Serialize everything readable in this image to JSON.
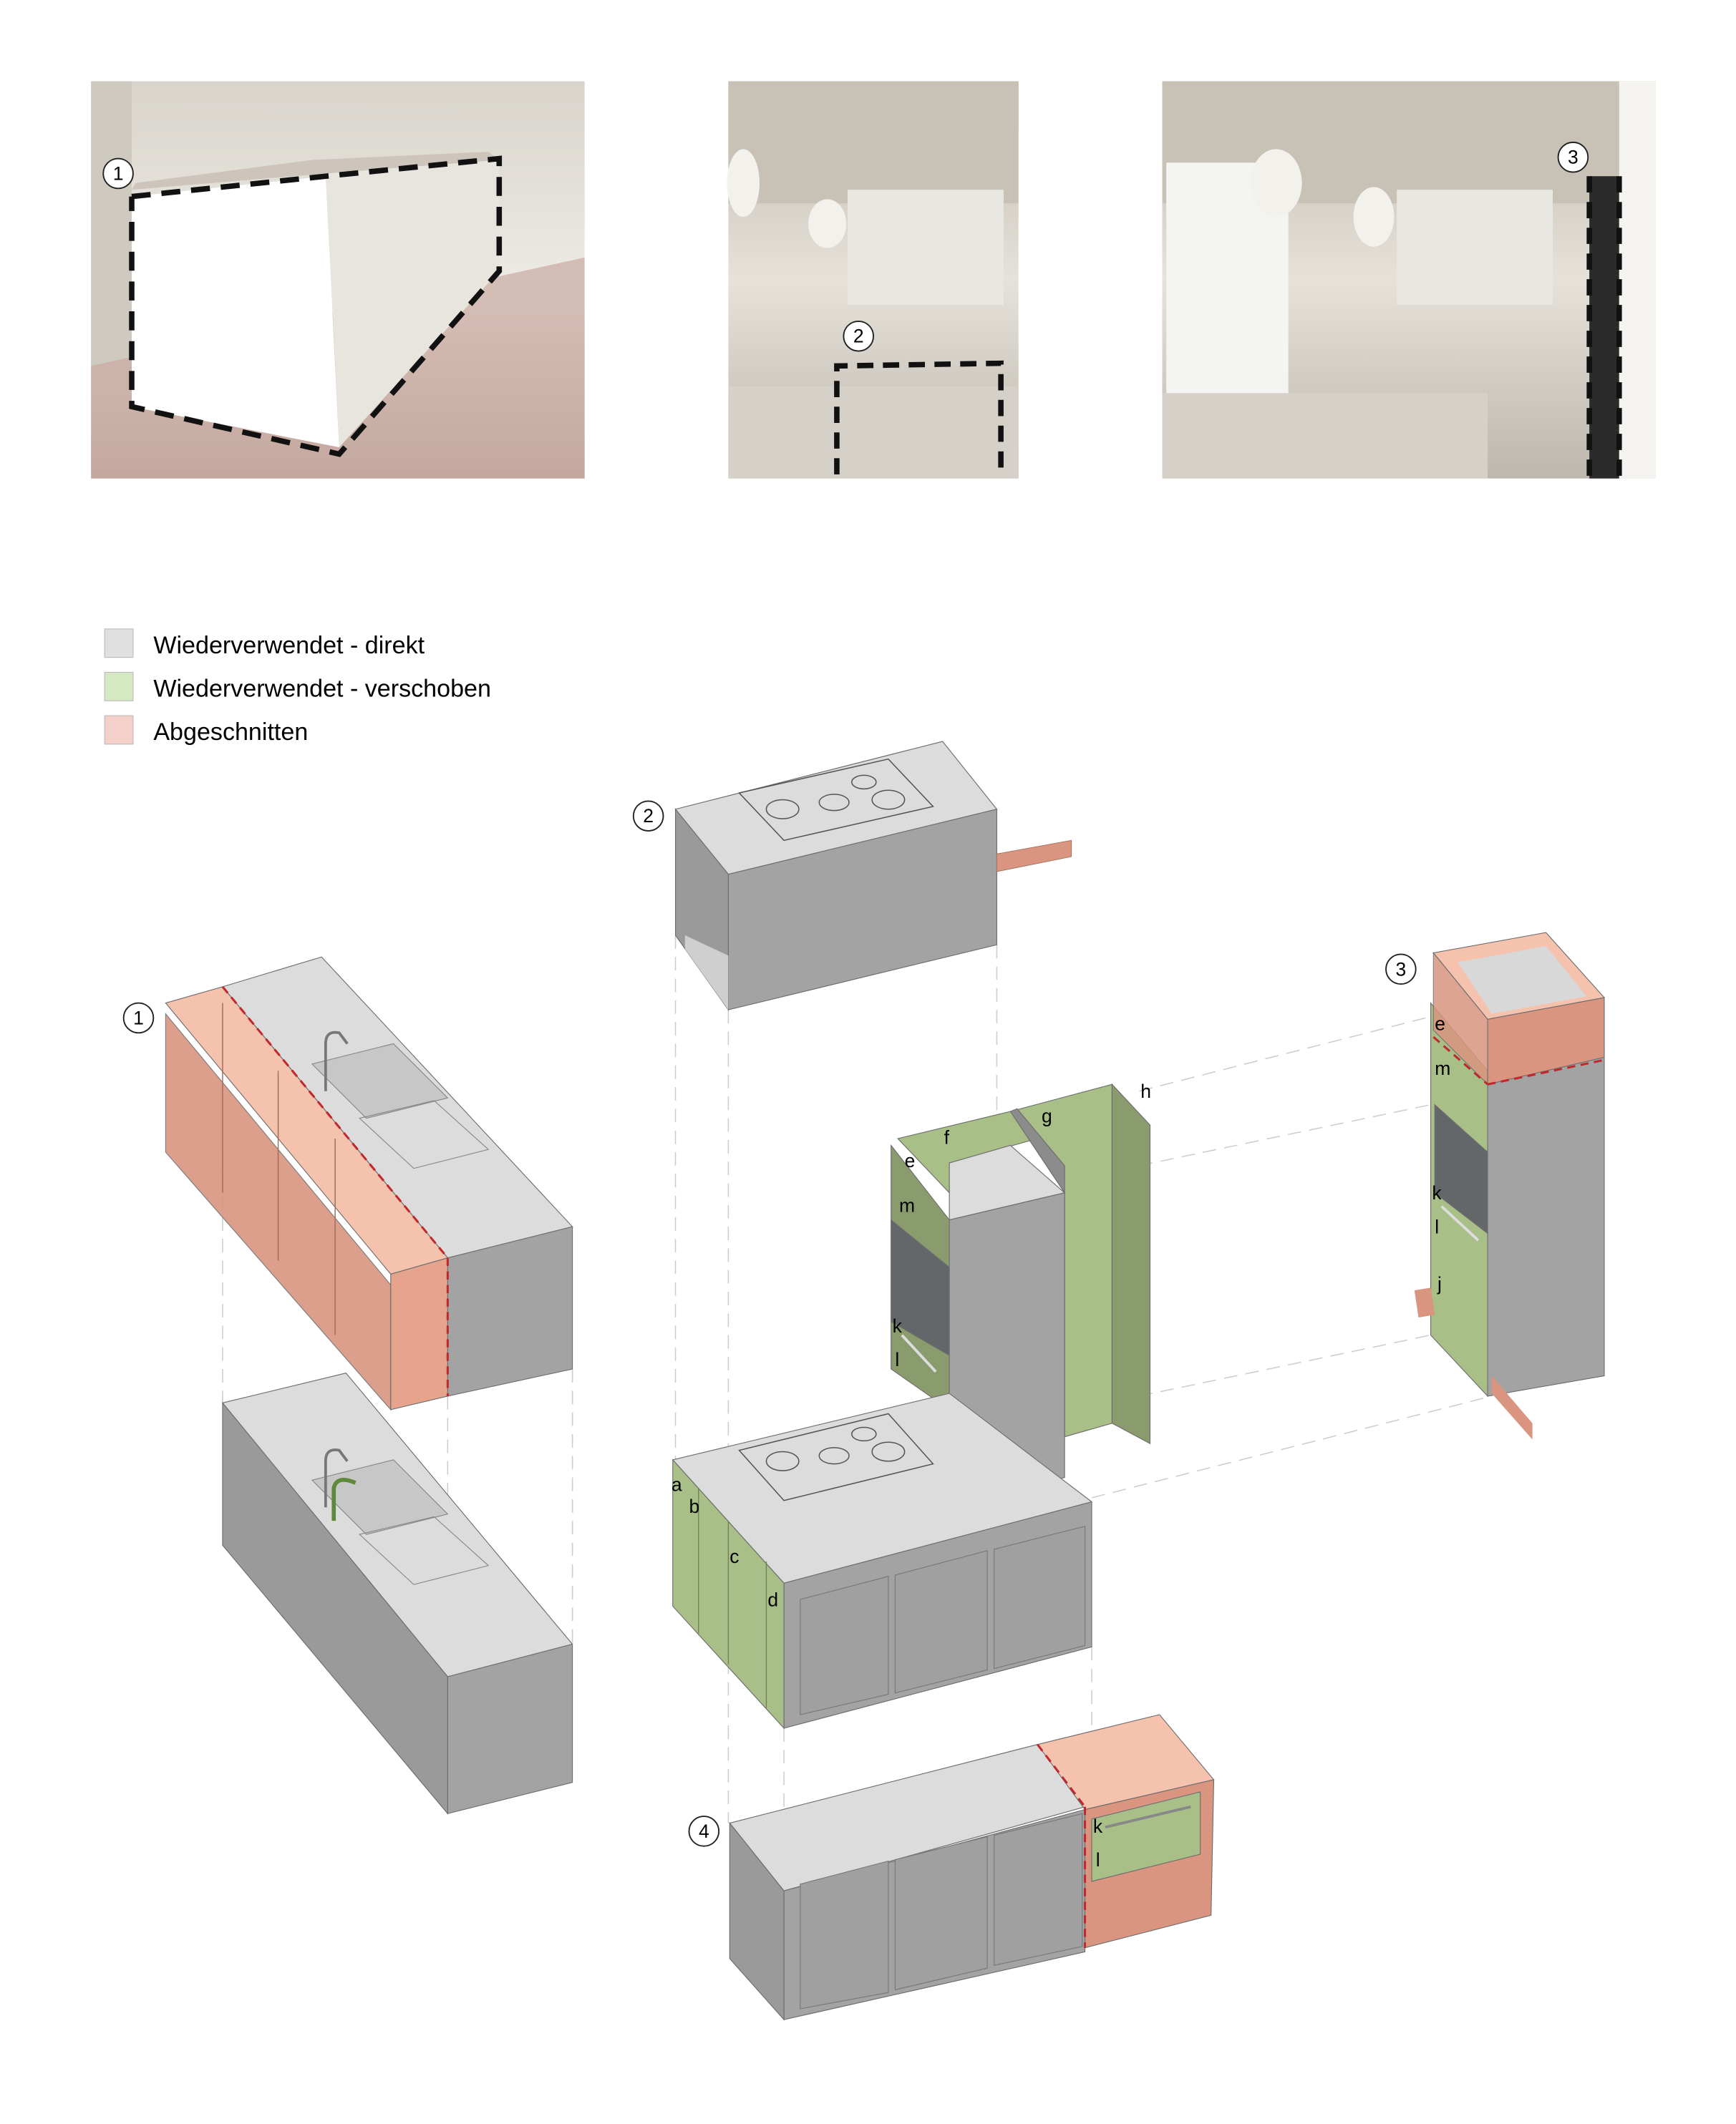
{
  "legend": [
    {
      "label": "Wiederverwendet - direkt",
      "color": "#e0e0e0"
    },
    {
      "label": "Wiederverwendet - verschoben",
      "color": "#d4e8c2"
    },
    {
      "label": "Abgeschnitten",
      "color": "#f4d0c8"
    }
  ],
  "photo_markers": [
    "1",
    "2",
    "3"
  ],
  "diagram_markers": [
    "1",
    "2",
    "3",
    "4"
  ],
  "part_labels": {
    "island": [
      "a",
      "b",
      "c",
      "d"
    ],
    "tall_unit": [
      "e",
      "f",
      "g",
      "h",
      "m",
      "k",
      "l"
    ],
    "unit3": [
      "e",
      "m",
      "k",
      "l",
      "j"
    ],
    "unit4": [
      "k",
      "l"
    ]
  },
  "colors": {
    "gray_top": "#dcdcdc",
    "gray_side": "#a3a3a3",
    "green": "#a9bf88",
    "green_dark": "#8a9c6e",
    "red": "#d9957f",
    "red_light": "#f5c2ad",
    "cut_line": "#c0282d"
  }
}
